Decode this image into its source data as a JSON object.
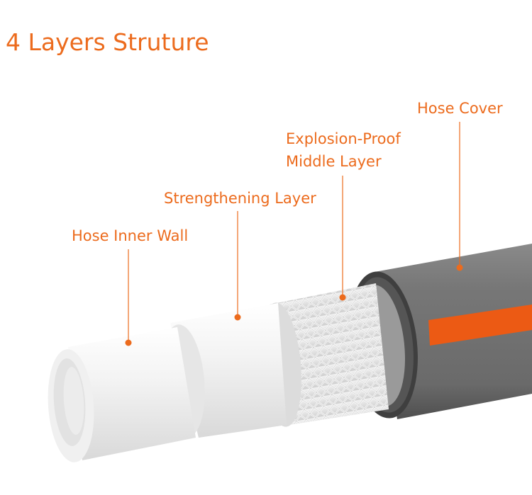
{
  "title": "4 Layers Struture",
  "layers": {
    "inner_wall": "Hose Inner Wall",
    "strengthening": "Strengthening Layer",
    "middle_line1": "Explosion-Proof",
    "middle_line2": "Middle Layer",
    "cover": "Hose Cover"
  },
  "colors": {
    "accent": "#ec6b1d",
    "cover_gray": "#6f6f6f",
    "inner_white": "#f4f4f4"
  }
}
